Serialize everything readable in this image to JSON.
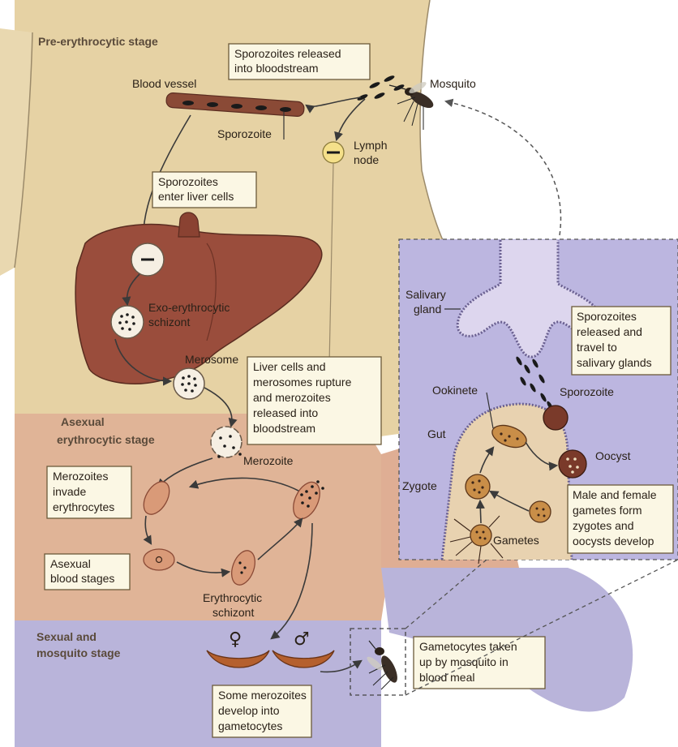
{
  "stages": {
    "pre_erythrocytic": "Pre-erythrocytic stage",
    "asexual_line1": "Asexual",
    "asexual_line2": "erythrocytic stage",
    "sexual_line1": "Sexual and",
    "sexual_line2": "mosquito stage"
  },
  "labels": {
    "blood_vessel": "Blood vessel",
    "sporozoite": "Sporozoite",
    "mosquito": "Mosquito",
    "lymph_line1": "Lymph",
    "lymph_line2": "node",
    "exo_line1": "Exo-erythrocytic",
    "exo_line2": "schizont",
    "merosome": "Merosome",
    "merozoite": "Merozoite",
    "erythro_schizont_line1": "Erythrocytic",
    "erythro_schizont_line2": "schizont",
    "female_symbol": "♀",
    "male_symbol": "♂",
    "salivary_line1": "Salivary",
    "salivary_line2": "gland",
    "ookinete": "Ookinete",
    "gut": "Gut",
    "zygote": "Zygote",
    "oocyst": "Oocyst",
    "gametes": "Gametes",
    "inset_sporozoite": "Sporozoite"
  },
  "boxes": {
    "released": [
      "Sporozoites released",
      "into bloodstream"
    ],
    "enter_liver": [
      "Sporozoites",
      "enter liver cells"
    ],
    "rupture": [
      "Liver cells and",
      "merosomes rupture",
      "and merozoites",
      "released into",
      "bloodstream"
    ],
    "invade": [
      "Merozoites",
      "invade",
      "erythrocytes"
    ],
    "asexual_blood": [
      "Asexual",
      "blood stages"
    ],
    "gametocytes": [
      "Some merozoites",
      "develop into",
      "gametocytes"
    ],
    "taken_up": [
      "Gametocytes taken",
      "up by mosquito in",
      "blood meal"
    ],
    "salivary_travel": [
      "Sporozoites",
      "released and",
      "travel to",
      "salivary glands"
    ],
    "gametes_form": [
      "Male and female",
      "gametes form",
      "zygotes and",
      "oocysts develop"
    ]
  },
  "colors": {
    "skin_pre": "#e6d2a4",
    "skin_asexual": "#e0b497",
    "skin_sexual": "#b9b4da",
    "inset_bg": "#bcb6e0",
    "liver": "#9a4d3c",
    "box_fill": "#fbf7e4"
  }
}
